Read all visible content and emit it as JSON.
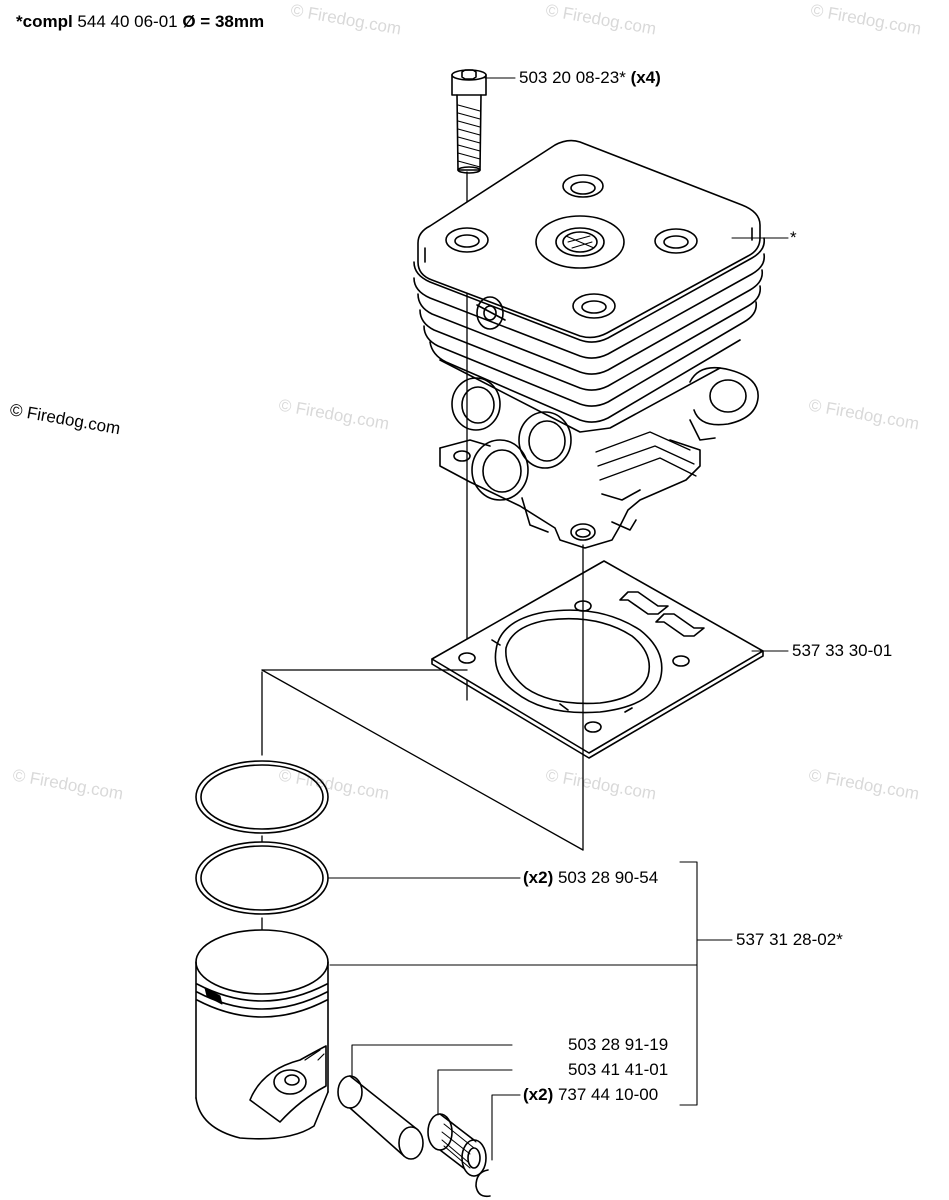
{
  "header": {
    "prefix": "*compl",
    "part": "544 40 06-01",
    "dia_symbol": "Ø = 38mm"
  },
  "copyright": "© Firedog.com",
  "watermark": "© Firedog.com",
  "labels": {
    "bolt": {
      "part": "503 20 08-23*",
      "qty": "(x4)"
    },
    "cylinder": "*",
    "gasket": "537 33 30-01",
    "rings": {
      "qty": "(x2)",
      "part": "503 28 90-54"
    },
    "piston_kit": "537 31 28-02*",
    "pin": "503 28 91-19",
    "bearing": "503 41 41-01",
    "circlip": {
      "qty": "(x2)",
      "part": "737 44 10-00"
    }
  },
  "colors": {
    "line": "#000000",
    "watermark": "#d9d9d9",
    "background": "#ffffff"
  }
}
